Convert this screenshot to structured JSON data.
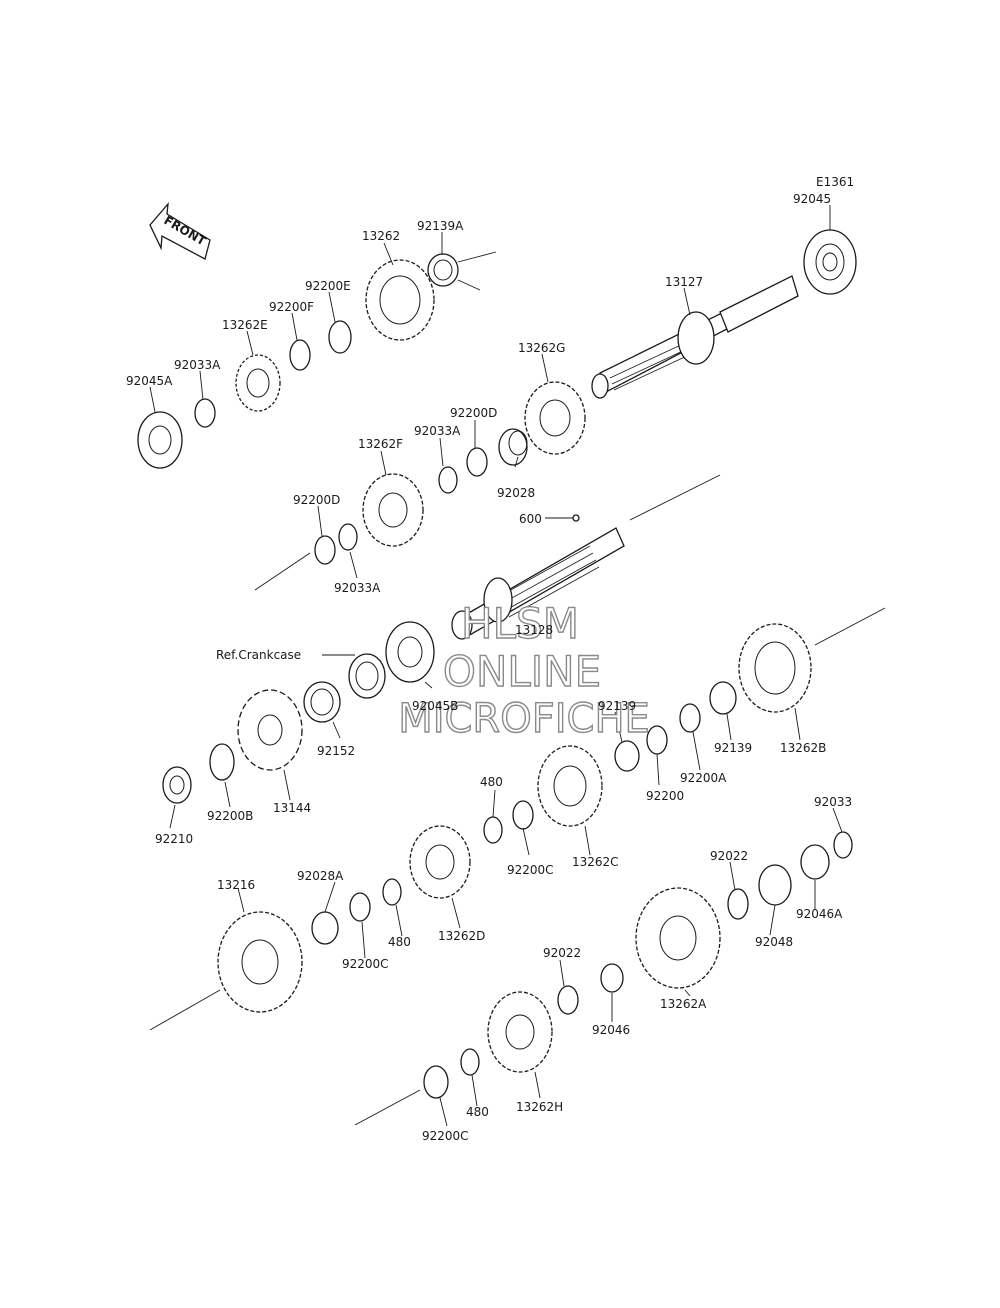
{
  "diagram_code": "E1361",
  "front_label": "FRONT",
  "reference_label": "Ref.Crankcase",
  "watermark": [
    "HLSM",
    "ONLINE",
    "MICROFICHE"
  ],
  "part_labels": [
    "92045",
    "13127",
    "13262",
    "92139A",
    "92200E",
    "92200F",
    "13262E",
    "92033A",
    "92045A",
    "13262G",
    "92200D",
    "92033A",
    "13262F",
    "92028",
    "92200D",
    "92033A",
    "600",
    "13128",
    "92045B",
    "92152",
    "13144",
    "92200B",
    "92210",
    "92139",
    "92139",
    "92200A",
    "92200",
    "13262B",
    "480",
    "92200C",
    "13262C",
    "92033",
    "92022",
    "92046A",
    "92048",
    "92028A",
    "92200C",
    "480",
    "13262D",
    "13216",
    "92022",
    "92046",
    "13262A",
    "480",
    "92200C",
    "13262H"
  ]
}
